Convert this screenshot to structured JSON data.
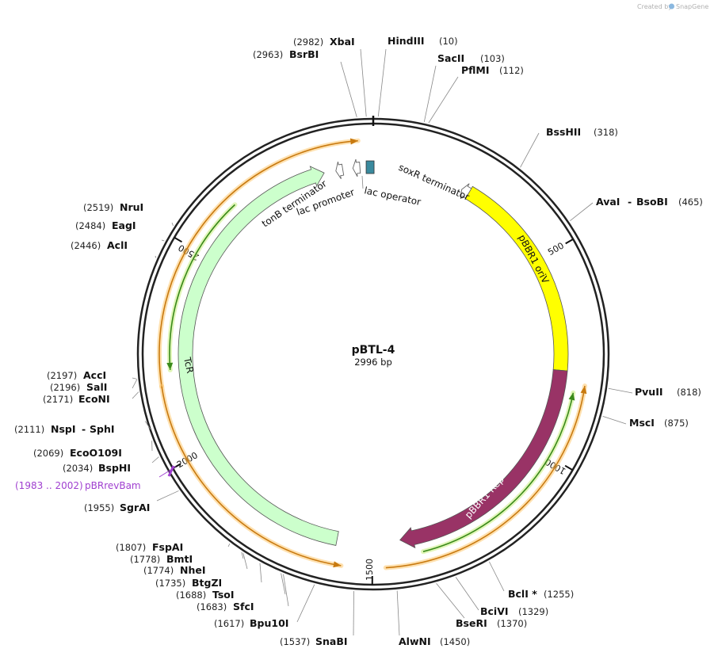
{
  "credit": {
    "prefix": "Created by",
    "brand": "SnapGene"
  },
  "plasmid": {
    "name": "pBTL-4",
    "length_label": "2996 bp",
    "length": 2996
  },
  "ticks": [
    {
      "pos": 500,
      "label": "500"
    },
    {
      "pos": 1000,
      "label": "1000"
    },
    {
      "pos": 1500,
      "label": "1500"
    },
    {
      "pos": 2000,
      "label": "2000"
    },
    {
      "pos": 2500,
      "label": "2500"
    }
  ],
  "features": [
    {
      "name": "pBBR1 oriV",
      "color": "#ffff00"
    },
    {
      "name": "pBBR1 Rep",
      "color": "#993366"
    },
    {
      "name": "TcR",
      "color": "#ccffcc"
    },
    {
      "name": "soxR terminator"
    },
    {
      "name": "tonB terminator"
    },
    {
      "name": "lac promoter"
    },
    {
      "name": "lac operator",
      "color": "#3a8a9e"
    }
  ],
  "primer": {
    "range": "(1983 .. 2002)",
    "name": "pBRrevBam",
    "color": "#a040d0"
  },
  "sites": [
    {
      "name": "XbaI",
      "pos": "(2982)"
    },
    {
      "name": "HindIII",
      "pos": "(10)"
    },
    {
      "name": "BsrBI",
      "pos": "(2963)"
    },
    {
      "name": "SacII",
      "pos": "(103)"
    },
    {
      "name": "PflMI",
      "pos": "(112)"
    },
    {
      "name": "BssHII",
      "pos": "(318)"
    },
    {
      "name": "AvaI",
      "pos": "(465)"
    },
    {
      "name": "BsoBI",
      "pos": ""
    },
    {
      "name": "PvuII",
      "pos": "(818)"
    },
    {
      "name": "MscI",
      "pos": "(875)"
    },
    {
      "name": "BclI *",
      "pos": "(1255)"
    },
    {
      "name": "BciVI",
      "pos": "(1329)"
    },
    {
      "name": "BseRI",
      "pos": "(1370)"
    },
    {
      "name": "AlwNI",
      "pos": "(1450)"
    },
    {
      "name": "SnaBI",
      "pos": "(1537)"
    },
    {
      "name": "Bpu10I",
      "pos": "(1617)"
    },
    {
      "name": "SfcI",
      "pos": "(1683)"
    },
    {
      "name": "TsoI",
      "pos": "(1688)"
    },
    {
      "name": "BtgZI",
      "pos": "(1735)"
    },
    {
      "name": "NheI",
      "pos": "(1774)"
    },
    {
      "name": "BmtI",
      "pos": "(1778)"
    },
    {
      "name": "FspAI",
      "pos": "(1807)"
    },
    {
      "name": "SgrAI",
      "pos": "(1955)"
    },
    {
      "name": "BspHI",
      "pos": "(2034)"
    },
    {
      "name": "EcoO109I",
      "pos": "(2069)"
    },
    {
      "name": "NspI",
      "pos": "(2111)"
    },
    {
      "name": "SphI",
      "pos": ""
    },
    {
      "name": "EcoNI",
      "pos": "(2171)"
    },
    {
      "name": "SalI",
      "pos": "(2196)"
    },
    {
      "name": "AccI",
      "pos": "(2197)"
    },
    {
      "name": "AclI",
      "pos": "(2446)"
    },
    {
      "name": "EagI",
      "pos": "(2484)"
    },
    {
      "name": "NruI",
      "pos": "(2519)"
    }
  ]
}
